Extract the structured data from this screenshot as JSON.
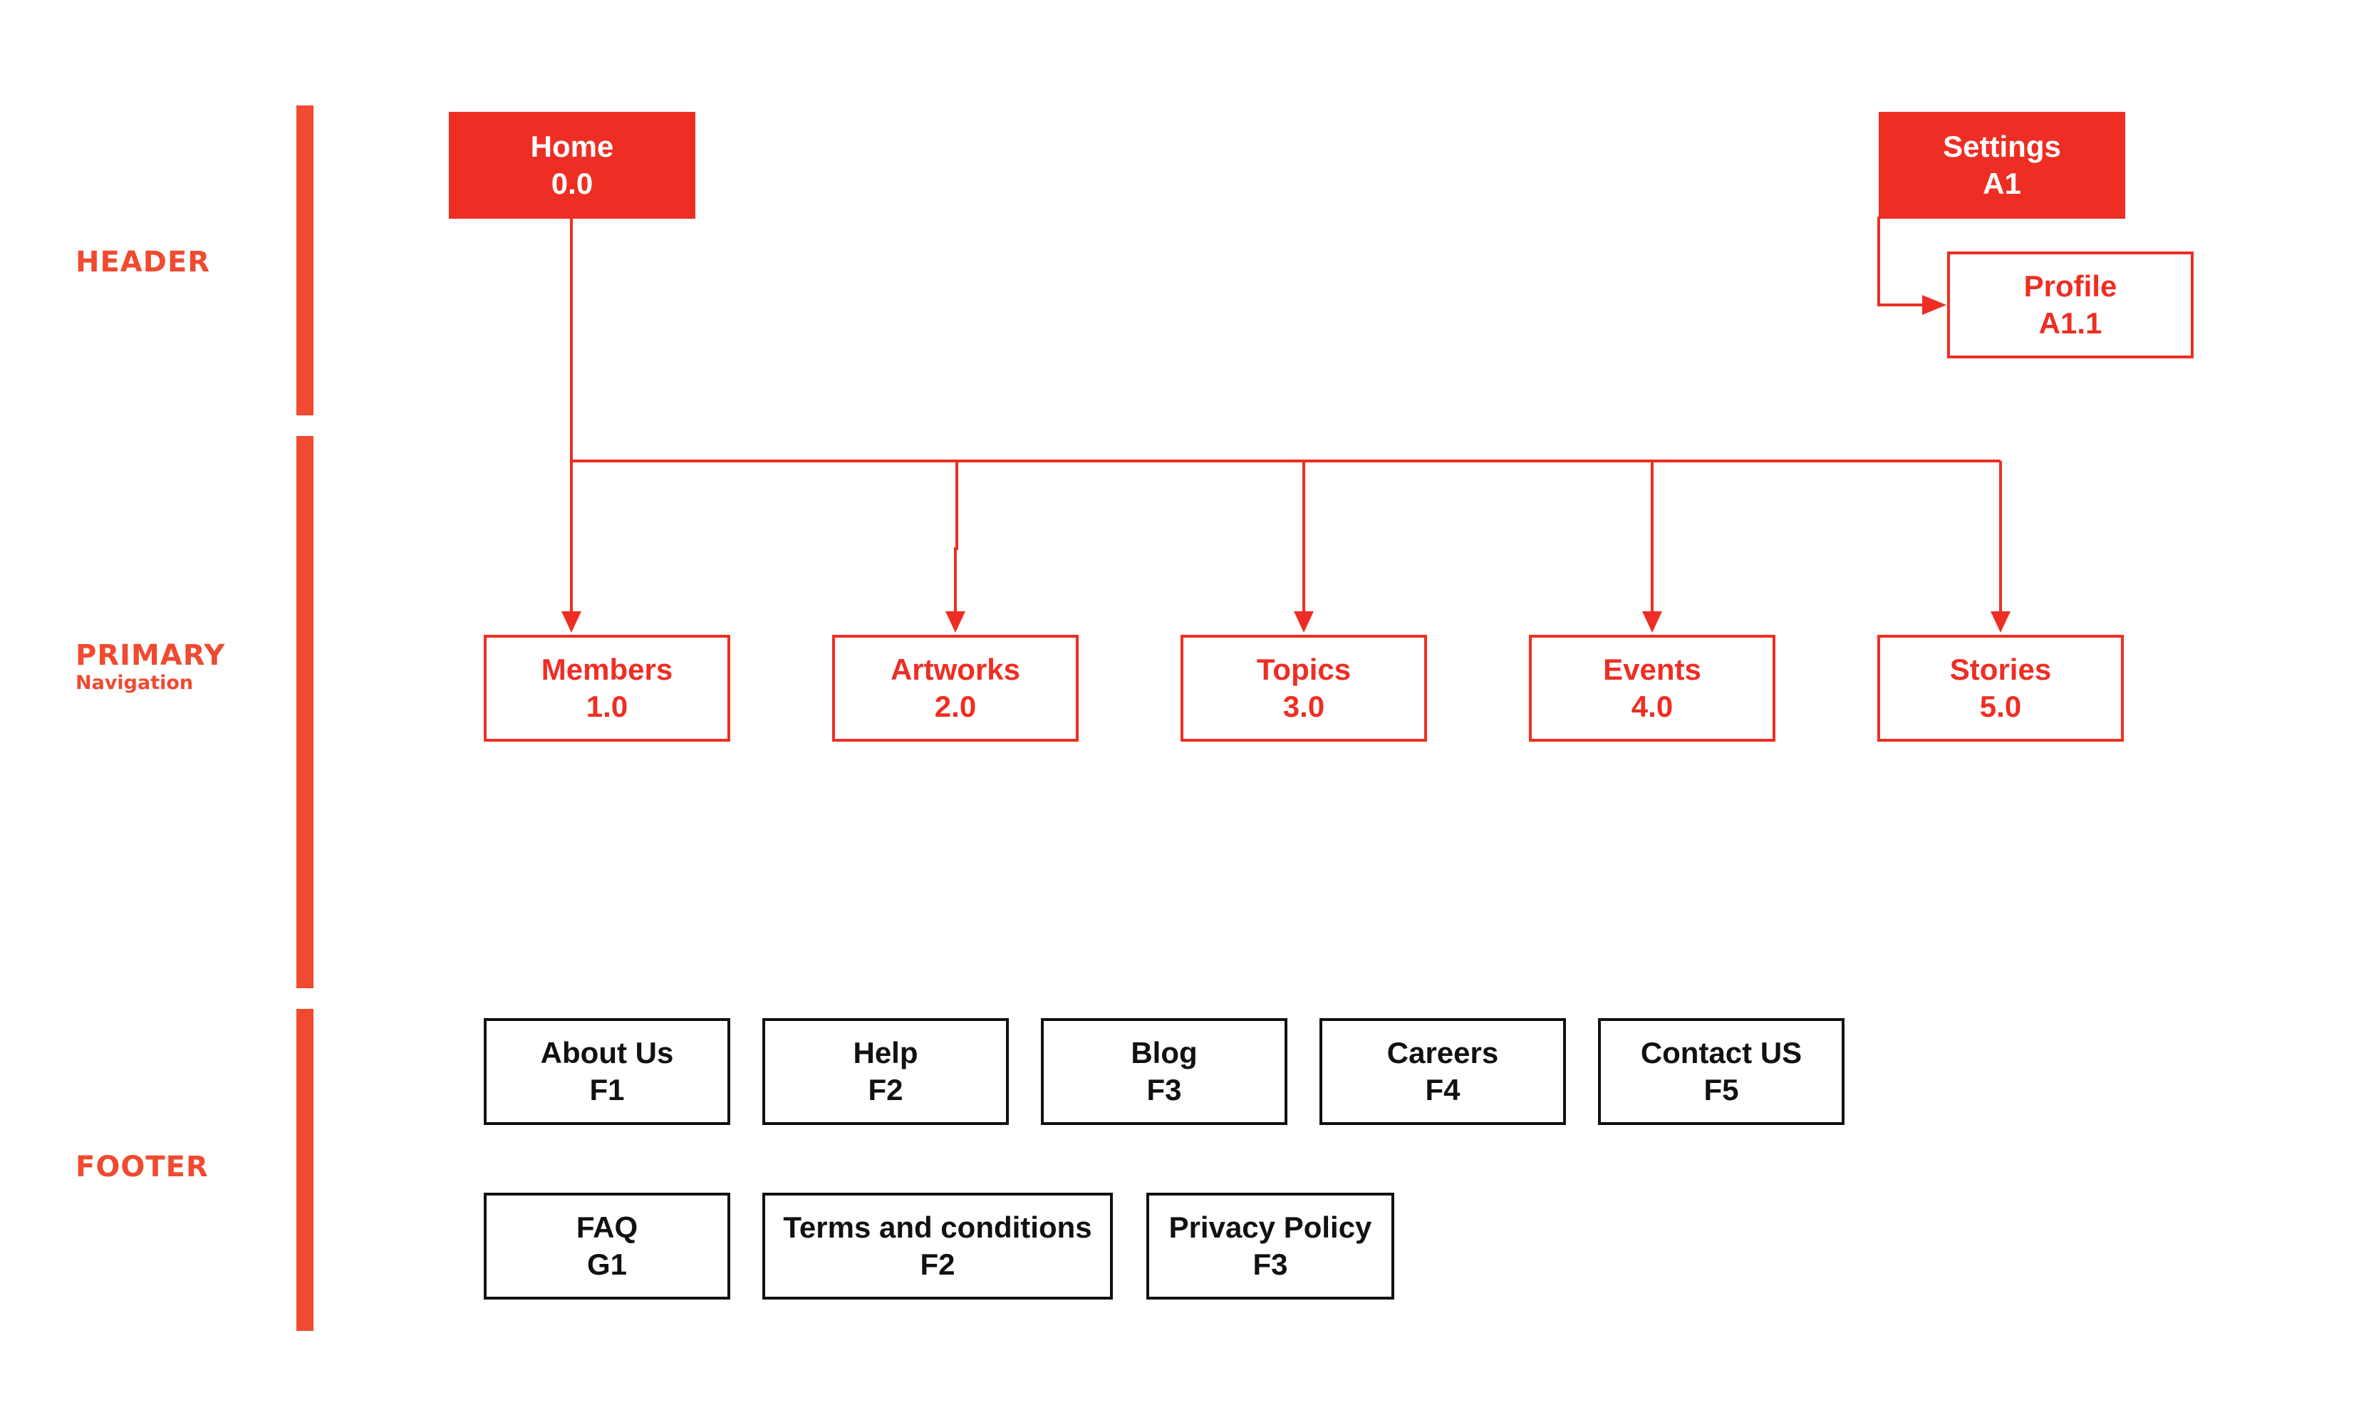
{
  "sections": {
    "header": {
      "label": "HEADER"
    },
    "primary": {
      "label": "PRIMARY",
      "sublabel": "Navigation"
    },
    "footer": {
      "label": "FOOTER"
    }
  },
  "colors": {
    "accent": "#ee2e24",
    "section_label": "#f04a30",
    "footer_border": "#111111"
  },
  "header_nodes": {
    "home": {
      "name": "Home",
      "code": "0.0"
    },
    "settings": {
      "name": "Settings",
      "code": "A1"
    },
    "profile": {
      "name": "Profile",
      "code": "A1.1"
    }
  },
  "primary_nodes": [
    {
      "name": "Members",
      "code": "1.0"
    },
    {
      "name": "Artworks",
      "code": "2.0"
    },
    {
      "name": "Topics",
      "code": "3.0"
    },
    {
      "name": "Events",
      "code": "4.0"
    },
    {
      "name": "Stories",
      "code": "5.0"
    }
  ],
  "footer_nodes_row1": [
    {
      "name": "About Us",
      "code": "F1"
    },
    {
      "name": "Help",
      "code": "F2"
    },
    {
      "name": "Blog",
      "code": "F3"
    },
    {
      "name": "Careers",
      "code": "F4"
    },
    {
      "name": "Contact US",
      "code": "F5"
    }
  ],
  "footer_nodes_row2": [
    {
      "name": "FAQ",
      "code": "G1"
    },
    {
      "name": "Terms and conditions",
      "code": "F2"
    },
    {
      "name": "Privacy Policy",
      "code": "F3"
    }
  ]
}
